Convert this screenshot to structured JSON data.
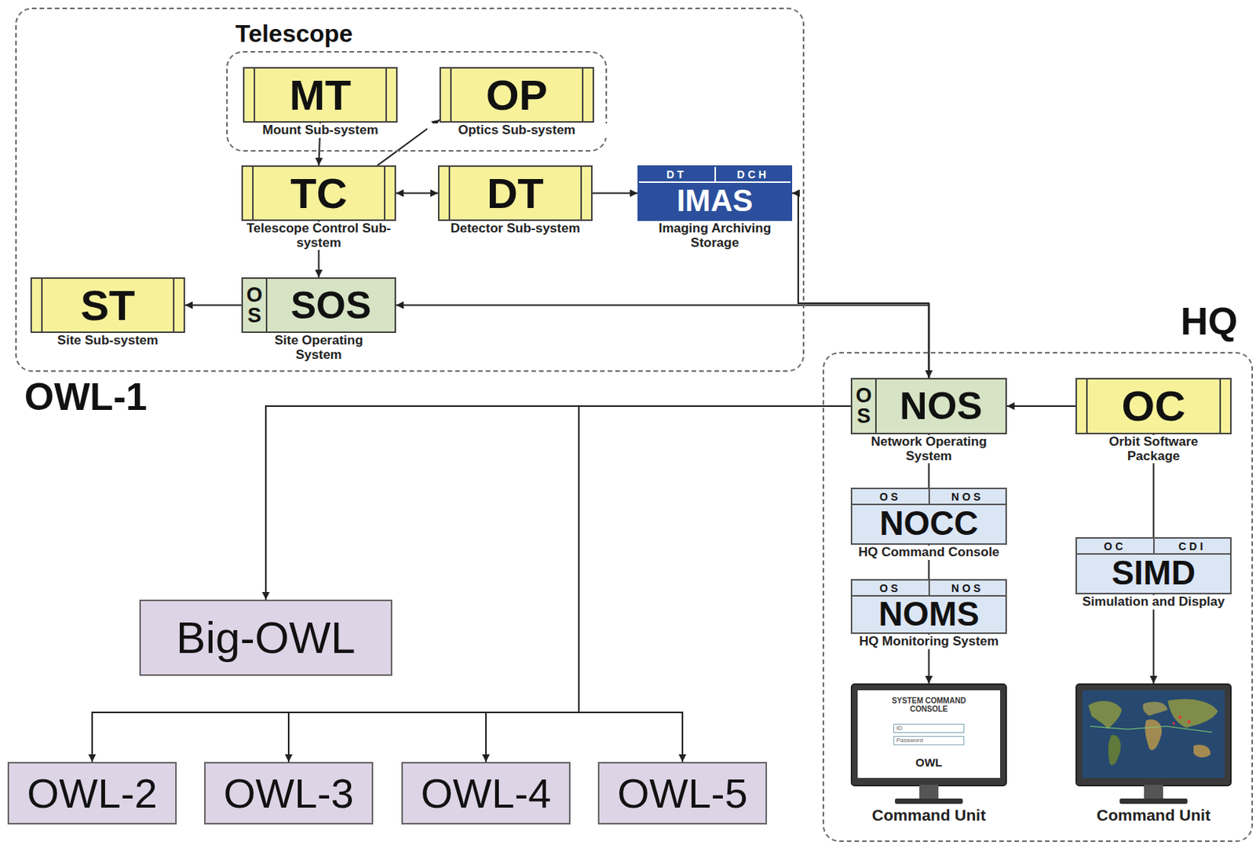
{
  "diagram": {
    "nodes": [
      {
        "text": [
          "OWL-1"
        ]
      },
      {
        "text": [
          "Telescope"
        ],
        "in": 0
      },
      {
        "text": [
          "MT",
          "Mount Sub-system"
        ],
        "in": 1
      },
      {
        "text": [
          "OP",
          "Optics Sub-system"
        ],
        "in": 1
      },
      {
        "text": [
          "TC",
          "Telescope Control Sub-system"
        ],
        "in": 0
      },
      {
        "text": [
          "DT",
          "Detector Sub-system"
        ],
        "in": 0
      },
      {
        "text": [
          "DT",
          "DCH",
          "IMAS",
          "Imaging Archiving Storage"
        ],
        "in": 0
      },
      {
        "text": [
          "ST",
          "Site Sub-system"
        ],
        "in": 0
      },
      {
        "text": [
          "OS",
          "SOS",
          "Site Operating System"
        ],
        "in": 0
      },
      {
        "text": [
          "HQ"
        ]
      },
      {
        "text": [
          "OS",
          "NOS",
          "Network Operating System"
        ],
        "in": 9
      },
      {
        "text": [
          "OC",
          "Orbit Software Package"
        ],
        "in": 9
      },
      {
        "text": [
          "OS",
          "NOS",
          "NOCC",
          "HQ Command Console"
        ],
        "in": 9
      },
      {
        "text": [
          "OC",
          "CDI",
          "SIMD",
          "Simulation and Display"
        ],
        "in": 9
      },
      {
        "text": [
          "OS",
          "NOS",
          "NOMS",
          "HQ Monitoring System"
        ],
        "in": 9
      },
      {
        "text": [
          "SYSTEM COMMAND CONSOLE",
          "ID",
          "Password",
          "OWL",
          "Command Unit"
        ],
        "in": 9
      },
      {
        "text": [
          "Command Unit"
        ],
        "in": 9
      },
      {
        "text": [
          "Big-OWL"
        ]
      },
      {
        "text": [
          "OWL-2"
        ]
      },
      {
        "text": [
          "OWL-3"
        ]
      },
      {
        "text": [
          "OWL-4"
        ]
      },
      {
        "text": [
          "OWL-5"
        ]
      }
    ],
    "edges": [
      {
        "from": 2,
        "to": 4,
        "arrow": "to"
      },
      {
        "from": 4,
        "to": 3,
        "arrow": "to"
      },
      {
        "from": 4,
        "to": 5,
        "arrow": "both"
      },
      {
        "from": 5,
        "to": 6,
        "arrow": "to"
      },
      {
        "from": 4,
        "to": 8,
        "arrow": "both"
      },
      {
        "from": 8,
        "to": 7,
        "arrow": "to"
      },
      {
        "from": 8,
        "to": 10,
        "arrow": "both"
      },
      {
        "from": 10,
        "to": 6,
        "arrow": "to"
      },
      {
        "from": 11,
        "to": 10,
        "arrow": "to"
      },
      {
        "from": 10,
        "to": 17,
        "arrow": "to"
      },
      {
        "from": 10,
        "to": 18,
        "arrow": "to"
      },
      {
        "from": 10,
        "to": 19,
        "arrow": "to"
      },
      {
        "from": 10,
        "to": 20,
        "arrow": "to"
      },
      {
        "from": 10,
        "to": 21,
        "arrow": "to"
      },
      {
        "from": 10,
        "to": 12,
        "arrow": "none"
      },
      {
        "from": 12,
        "to": 14,
        "arrow": "none"
      },
      {
        "from": 14,
        "to": 15,
        "arrow": "to"
      },
      {
        "from": 11,
        "to": 13,
        "arrow": "none"
      },
      {
        "from": 13,
        "to": 16,
        "arrow": "to"
      }
    ]
  }
}
